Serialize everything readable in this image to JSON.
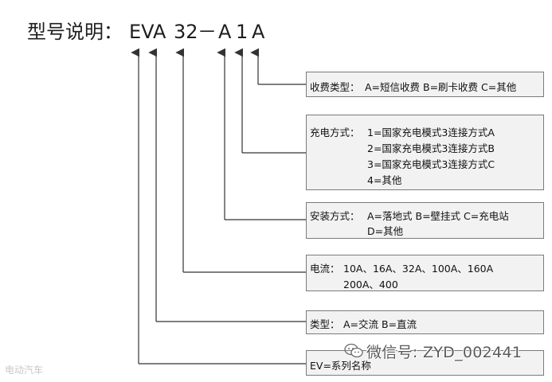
{
  "title": {
    "prefix": "型号说明：",
    "code_ev": "EV",
    "code_a": "A",
    "code_32": "32",
    "code_dash": "－",
    "code_a2": "A",
    "code_1": "1",
    "code_a3": "A"
  },
  "boxes": {
    "charge_type": {
      "label": "收费类型：",
      "lines": [
        "A=短信收费 B=刷卡收费 C=其他"
      ]
    },
    "charge_method": {
      "label": "充电方式：",
      "lines": [
        "1=国家充电模式3连接方式A",
        "2=国家充电模式3连接方式B",
        "3=国家充电模式3连接方式C",
        "4=其他"
      ]
    },
    "install_method": {
      "label": "安装方式：",
      "lines": [
        "A=落地式 B=壁挂式 C=充电站",
        "D=其他"
      ]
    },
    "current": {
      "label": "电流：",
      "lines": [
        "10A、16A、32A、100A、160A",
        "200A、400"
      ]
    },
    "type": {
      "label": "类型：",
      "lines": [
        "A=交流 B=直流"
      ]
    },
    "series": {
      "label": "",
      "lines": [
        "EV=系列名称"
      ]
    }
  },
  "watermark": "微信号: ZYD_002441",
  "corner_logo": "电动汽车"
}
